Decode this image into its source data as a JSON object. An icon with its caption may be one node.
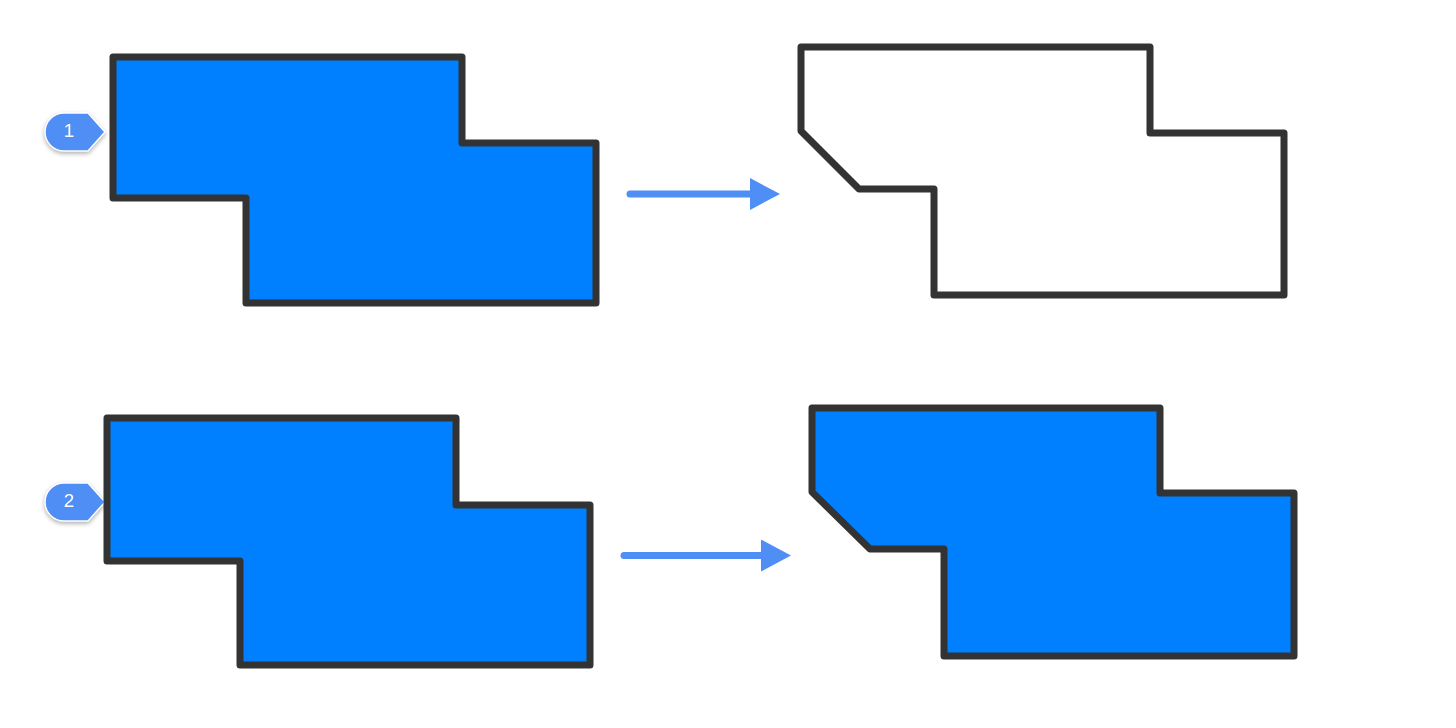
{
  "diagram": {
    "nodes": [
      {
        "text": [
          "1"
        ]
      },
      {
        "text": [],
        "shape": "polygon"
      },
      {
        "text": [],
        "shape": "polygon"
      },
      {
        "text": [
          "2"
        ]
      },
      {
        "text": [],
        "shape": "polygon"
      },
      {
        "text": [],
        "shape": "polygon"
      }
    ],
    "edges": [
      {
        "from": 1,
        "to": 2,
        "arrow": "to"
      },
      {
        "from": 4,
        "to": 5,
        "arrow": "to"
      }
    ]
  }
}
